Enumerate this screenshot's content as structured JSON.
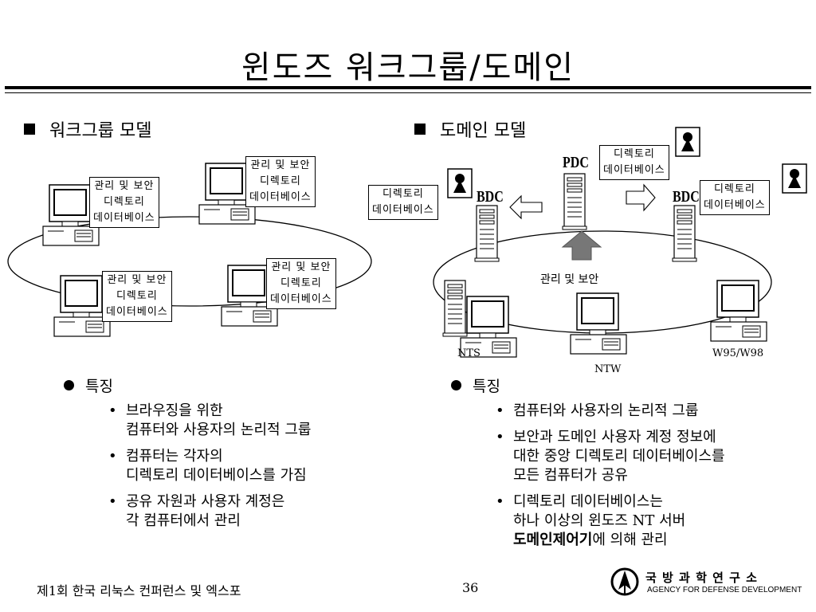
{
  "title": "윈도즈 워크그룹/도메인",
  "workgroup": {
    "heading": "워크그룹 모델",
    "db_box": [
      "관리 및 보안",
      "디렉토리",
      "데이터베이스"
    ],
    "feature_title": "특징",
    "bullets": [
      [
        "브라우징을 위한",
        "컴퓨터와 사용자의 논리적 그룹"
      ],
      [
        "컴퓨터는 각자의",
        "디렉토리 데이터베이스를 가짐"
      ],
      [
        "공유 자원과 사용자 계정은",
        "각 컴퓨터에서 관리"
      ]
    ]
  },
  "domain": {
    "heading": "도메인 모델",
    "pdc_label": "PDC",
    "bdc_label": "BDC",
    "dir_box": [
      "디렉토리",
      "데이터베이스"
    ],
    "center_label": "관리 및 보안",
    "nts_label": "NTS",
    "ntw_label": "NTW",
    "w95_label": "W95/W98",
    "feature_title": "특징",
    "bullets": [
      [
        "컴퓨터와 사용자의 논리적 그룹"
      ],
      [
        "보안과 도메인 사용자 계정 정보에",
        "대한 중앙 디렉토리 데이터베이스를",
        "모든 컴퓨터가 공유"
      ]
    ],
    "last_bullet": {
      "line1": "디렉토리 데이터베이스는",
      "line2": "하나 이상의 윈도즈 NT 서버",
      "bold": "도메인제어기",
      "rest": "에 의해 관리"
    }
  },
  "footer": {
    "left": "제1회 한국 리눅스 컨퍼런스 및 엑스포",
    "page": "36",
    "org_korean": "국 방 과 학 연 구 소",
    "org_english": "AGENCY FOR DEFENSE DEVELOPMENT"
  }
}
